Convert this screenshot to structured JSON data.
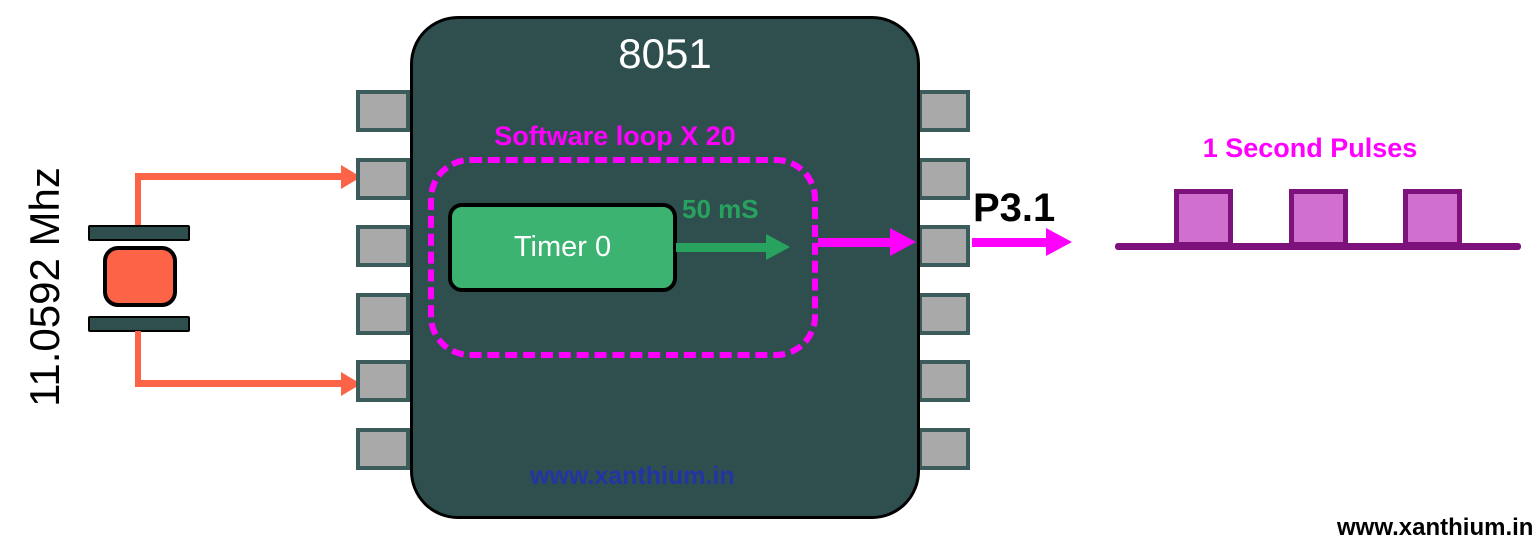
{
  "crystal": {
    "frequency_label": "11.0592 Mhz"
  },
  "chip": {
    "name": "8051",
    "watermark": "www.xanthium.in",
    "left_pin_count": 6,
    "right_pin_count": 6
  },
  "software_loop": {
    "label": "Software loop X 20",
    "timer_label": "Timer 0",
    "interval_label": "50 mS"
  },
  "output": {
    "pin_label": "P3.1",
    "pulse_caption": "1 Second Pulses",
    "pulse_count": 3
  },
  "footer": {
    "watermark": "www.xanthium.in"
  },
  "colors": {
    "chip_body": "#2f4f4f",
    "pin_fill": "#a9a9a9",
    "pin_border": "#3c5c5c",
    "crystal_fill": "#fc6347",
    "wire_orange": "#fc6347",
    "timer_fill": "#3cb371",
    "arrow_green": "#27a35f",
    "magenta": "#ff00ff",
    "pulse_fill": "#d06fce",
    "pulse_border": "#7d127d",
    "chip_watermark_blue": "#2334a4"
  }
}
